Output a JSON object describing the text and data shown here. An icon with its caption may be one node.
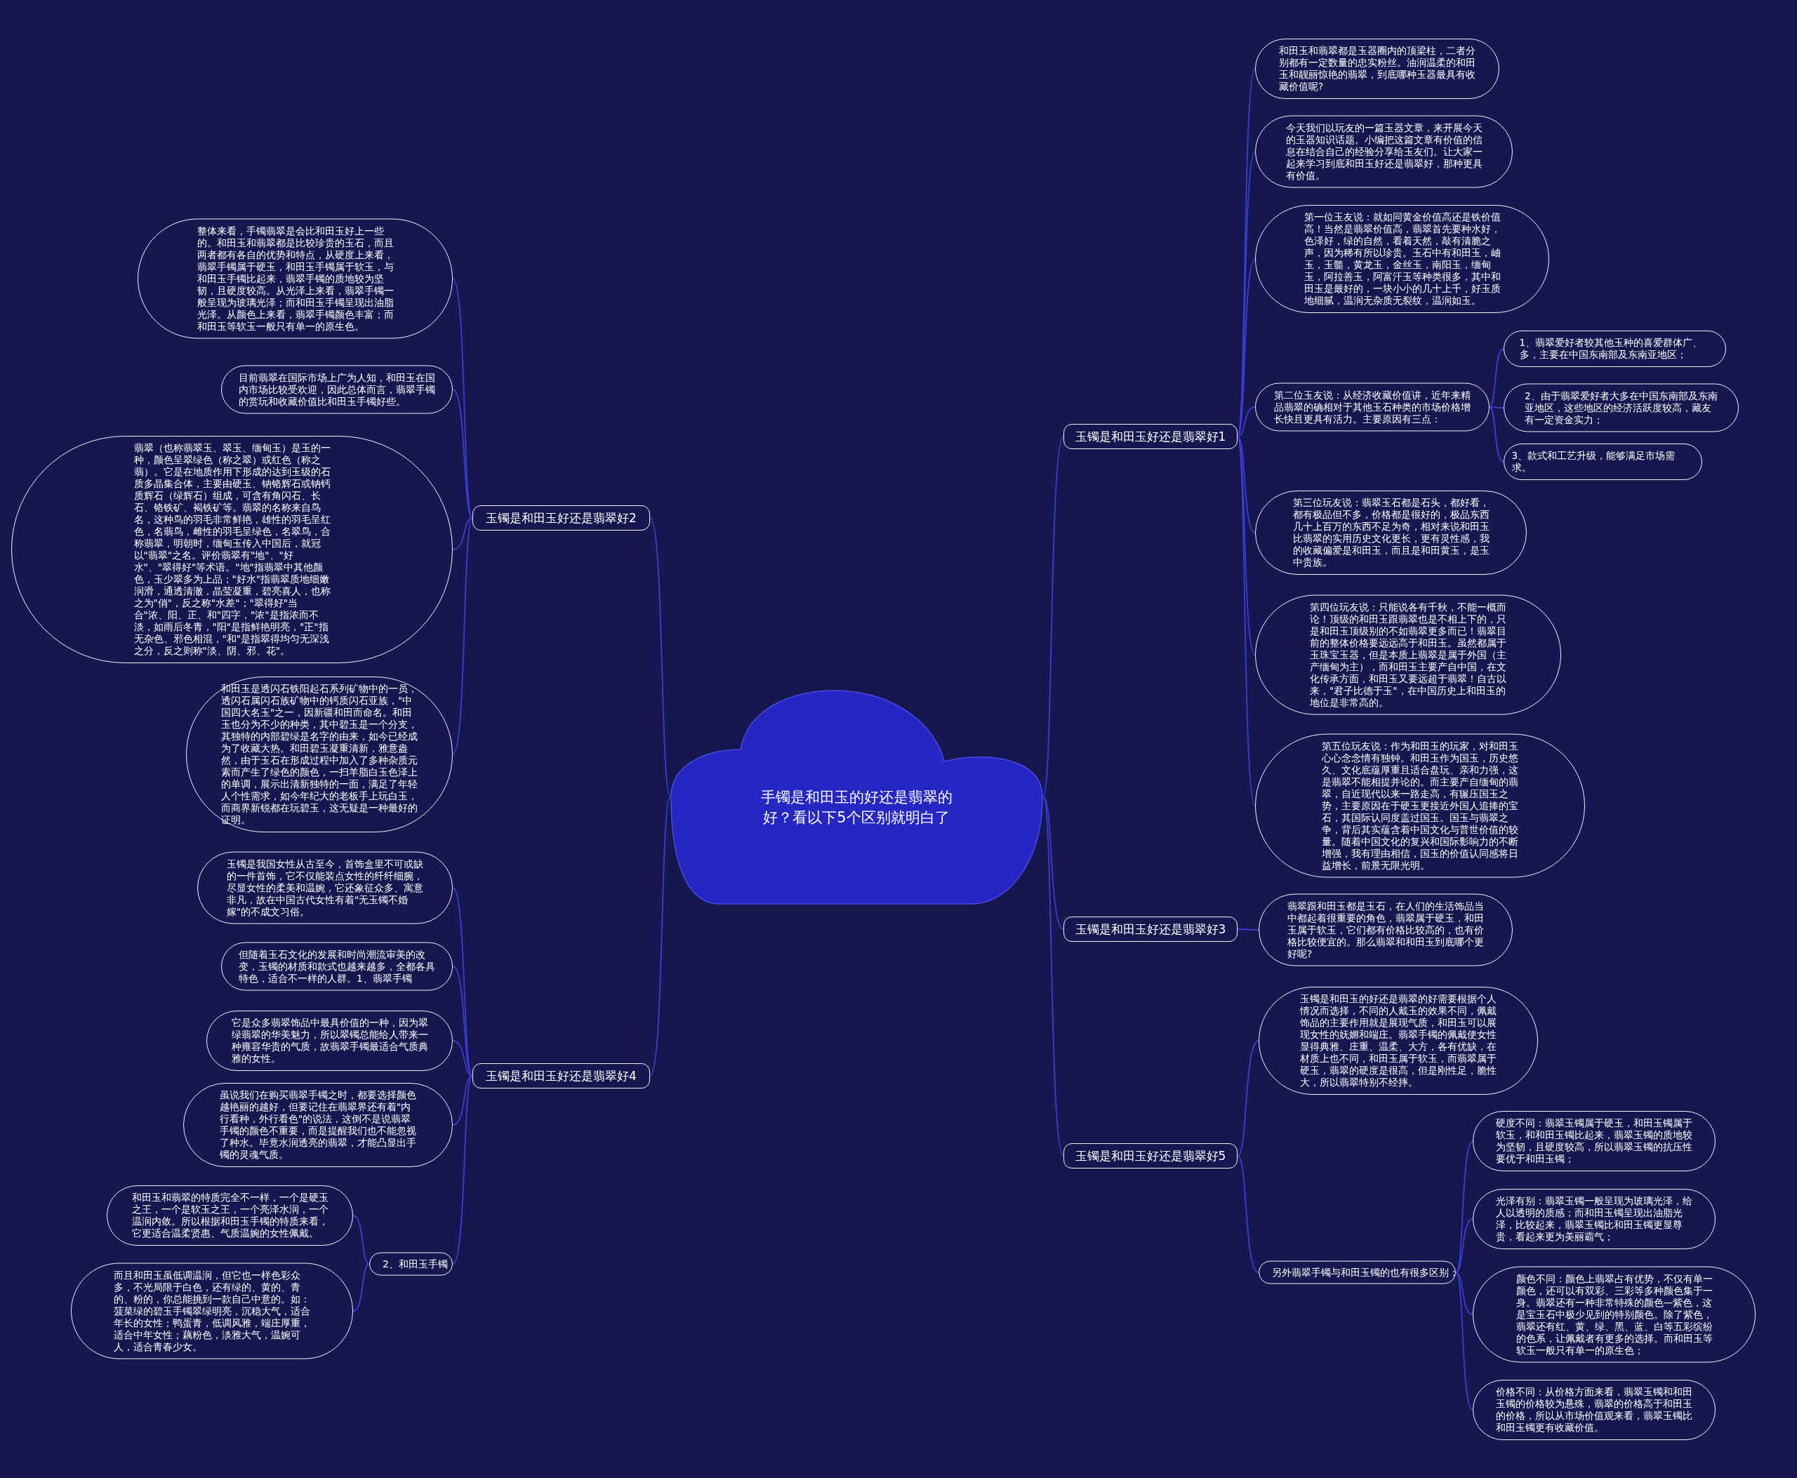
{
  "diagram": {
    "nodes": [
      {
        "text": [
          "手镯是和田玉的好还是翡翠的好？看以下5个区别就明白了"
        ]
      },
      {
        "text": [
          "玉镯是和田玉好还是翡翠好1"
        ]
      },
      {
        "text": [
          "和田玉和翡翠都是玉器圈内的顶梁柱，二者分别都有一定数量的忠实粉丝。油润温柔的和田玉和靓丽惊艳的翡翠，到底哪种玉器最具有收藏价值呢?"
        ]
      },
      {
        "text": [
          "今天我们以玩友的一篇玉器文章，来开展今天的玉器知识话题。小编把这篇文章有价值的信息在结合自己的经验分享给玉友们。让大家一起来学习到底和田玉好还是翡翠好，那种更具有价值。"
        ]
      },
      {
        "text": [
          "第一位玉友说：就如同黄金价值高还是铁价值高！当然是翡翠价值高，翡翠首先要种水好，色泽好，绿的自然，看着天然，敲有清脆之声，因为稀有所以珍贵。玉石中有和田玉，岫玉，玉髓，黄龙玉，金丝玉，南阳玉，缅甸玉，阿拉善玉，阿富汗玉等种类很多，其中和田玉是最好的，一块小小的几十上千，好玉质地细腻，温润无杂质无裂纹，温润如玉。"
        ]
      },
      {
        "text": [
          "第二位玉友说：从经济收藏价值讲，近年来精品翡翠的确相对于其他玉石种类的市场价格增长快且更具有活力。主要原因有三点："
        ]
      },
      {
        "text": [
          "1、翡翠爱好者较其他玉种的喜爱群体广、多，主要在中国东南部及东南亚地区；"
        ]
      },
      {
        "text": [
          "2、由于翡翠爱好者大多在中国东南部及东南亚地区，这些地区的经济活跃度较高，藏友有一定资金实力；"
        ]
      },
      {
        "text": [
          "3、款式和工艺升级，能够满足市场需求。"
        ]
      },
      {
        "text": [
          "第三位玩友说：翡翠玉石都是石头，都好看，都有极品但不多，价格都是很好的，极品东西几十上百万的东西不足为奇，相对来说和田玉比翡翠的实用历史文化更长，更有灵性感，我的收藏偏爱是和田玉，而且是和田黄玉，是玉中贵族。"
        ]
      },
      {
        "text": [
          "第四位玩友说：只能说各有千秋，不能一概而论！顶级的和田玉跟翡翠也是不相上下的，只是和田玉顶级别的不如翡翠更多而已！翡翠目前的整体价格要远远高于和田玉。虽然都属于玉珠宝玉器，但是本质上翡翠是属于外国（主产缅甸为主），而和田玉主要产自中国，在文化传承方面，和田玉又要远超于翡翠！自古以来，\"君子比德于玉\"，在中国历史上和田玉的地位是非常高的。"
        ]
      },
      {
        "text": [
          "第五位玩友说：作为和田玉的玩家，对和田玉心心念念情有独钟。和田玉作为国玉，历史悠久、文化底蕴厚重且适合盘玩、亲和力强，这是翡翠不能相提并论的。而主要产自缅甸的翡翠，自近现代以来一路走高，有辗压国玉之势，主要原因在于硬玉更接近外国人追捧的宝石，其国际认同度盖过国玉。国玉与翡翠之争，背后其实蕴含着中国文化与普世价值的较量。随着中国文化的复兴和国际影响力的不断增强，我有理由相信，国玉的价值认同感将日益增长，前景无限光明。"
        ]
      },
      {
        "text": [
          "玉镯是和田玉好还是翡翠好3"
        ]
      },
      {
        "text": [
          "翡翠跟和田玉都是玉石，在人们的生活饰品当中都起着很重要的角色，翡翠属于硬玉，和田玉属于软玉，它们都有价格比较高的，也有价格比较便宜的。那么翡翠和和田玉到底哪个更好呢?"
        ]
      },
      {
        "text": [
          "玉镯是和田玉好还是翡翠好5"
        ]
      },
      {
        "text": [
          "玉镯是和田玉的好还是翡翠的好需要根据个人情况而选择，不同的人戴玉的效果不同，佩戴饰品的主要作用就是展现气质，和田玉可以展现女性的妩媚和端庄。翡翠手镯的佩戴使女性显得典雅、庄重、温柔、大方，各有优缺，在材质上也不同，和田玉属于软玉，而翡翠属于硬玉，翡翠的硬度是很高，但是刚性足，脆性大，所以翡翠特别不经摔。"
        ]
      },
      {
        "text": [
          "另外翡翠手镯与和田玉镯的也有很多区别："
        ]
      },
      {
        "text": [
          "硬度不同：翡翠玉镯属于硬玉，和田玉镯属于软玉，和和田玉镯比起来，翡翠玉镯的质地较为坚韧，且硬度较高，所以翡翠玉镯的抗压性要优于和田玉镯；"
        ]
      },
      {
        "text": [
          "光泽有别：翡翠玉镯一般呈现为玻璃光泽，给人以透明的质感；而和田玉镯呈现出油脂光泽，比较起来，翡翠玉镯比和田玉镯更显尊贵，看起来更为美丽霸气；"
        ]
      },
      {
        "text": [
          "颜色不同：颜色上翡翠占有优势，不仅有单一颜色，还可以有双彩、三彩等多种颜色集于一身。翡翠还有一种非常特殊的颜色—紫色，这是宝玉石中极少见到的特别颜色。除了紫色，翡翠还有红、黄、绿、黑、蓝、白等五彩缤纷的色系，让佩戴者有更多的选择。而和田玉等软玉一般只有单一的原生色；"
        ]
      },
      {
        "text": [
          "价格不同：从价格方面来看，翡翠玉镯和和田玉镯的价格较为悬殊，翡翠的价格高于和田玉的价格，所以从市场价值观来看，翡翠玉镯比和田玉镯更有收藏价值。"
        ]
      },
      {
        "text": [
          "玉镯是和田玉好还是翡翠好2"
        ]
      },
      {
        "text": [
          "整体来看，手镯翡翠是会比和田玉好上一些的。和田玉和翡翠都是比较珍贵的玉石，而且两者都有各自的优势和特点，从硬度上来看，翡翠手镯属于硬玉，和田玉手镯属于软玉，与和田玉手镯比起来，翡翠手镯的质地较为坚韧，且硬度较高。从光泽上来看，翡翠手镯一般呈现为玻璃光泽；而和田玉手镯呈现出油脂光泽。从颜色上来看，翡翠手镯颜色丰富；而和田玉等软玉一般只有单一的原生色。"
        ]
      },
      {
        "text": [
          "目前翡翠在国际市场上广为人知，和田玉在国内市场比较受欢迎，因此总体而言，翡翠手镯的赏玩和收藏价值比和田玉手镯好些。"
        ]
      },
      {
        "text": [
          "翡翠（也称翡翠玉、翠玉、缅甸玉）是玉的一种，颜色呈翠绿色（称之翠）或红色（称之翡）。它是在地质作用下形成的达到玉级的石质多晶集合体，主要由硬玉、钠铬辉石或钠钙质辉石（绿辉石）组成，可含有角闪石、长石、铬铁矿、褐铁矿等。翡翠的名称来自鸟名，这种鸟的羽毛非常鲜艳，雄性的羽毛呈红色，名翡鸟，雌性的羽毛呈绿色，名翠鸟，合称翡翠，明朝时，缅甸玉传入中国后，就冠以\"翡翠\"之名。评价翡翠有\"地\"、\"好水\"、\"翠得好\"等术语。\"地\"指翡翠中其他颜色，玉少翠多为上品；\"好水\"指翡翠质地细嫩润滑，通透清澈，晶莹凝重，碧亮喜人，也称之为\"俏\"，反之称\"水差\"；\"翠得好\"当合\"浓、阳、正、和\"四字，\"浓\"是指浓而不淡，如雨后冬青，\"阳\"是指鲜艳明亮，\"正\"指无杂色、邪色相混，\"和\"是指翠得均匀无深浅之分，反之则称\"淡、阴、邪、花\"。"
        ]
      },
      {
        "text": [
          "和田玉是透闪石铁阳起石系列矿物中的一员，透闪石属闪石族矿物中的钙质闪石亚族，\"中国四大名玉\"之一，因新疆和田而命名。和田玉也分为不少的种类，其中碧玉是一个分支，其独特的内部碧绿是名字的由来，如今已经成为了收藏大热。和田碧玉凝重清新，雅意盎然，由于玉石在形成过程中加入了多种杂质元素而产生了绿色的颜色，一扫羊脂白玉色泽上的单调，展示出清新独特的一面，满足了年轻人个性需求，如今年纪大的老板手上玩白玉，而商界新锐都在玩碧玉，这无疑是一种最好的证明。"
        ]
      },
      {
        "text": [
          "玉镯是和田玉好还是翡翠好4"
        ]
      },
      {
        "text": [
          "玉镯是我国女性从古至今，首饰盒里不可或缺的一件首饰，它不仅能装点女性的纤纤细腕，尽显女性的柔美和温婉，它还象征众多、寓意非凡，故在中国古代女性有着\"无玉镯不婚嫁\"的不成文习俗。"
        ]
      },
      {
        "text": [
          "但随着玉石文化的发展和时尚潮流审美的改变，玉镯的材质和款式也越来越多，全都各具特色，适合不一样的人群。1、翡翠手镯"
        ]
      },
      {
        "text": [
          "它是众多翡翠饰品中最具价值的一种，因为翠绿翡翠的华美魅力，所以翠镯总能给人带来一种雍容华贵的气质，故翡翠手镯最适合气质典雅的女性。"
        ]
      },
      {
        "text": [
          "虽说我们在购买翡翠手镯之时，都要选择颜色越艳丽的越好，但要记住在翡翠界还有着\"内行看种，外行看色\"的说法，这倒不是说翡翠手镯的颜色不重要，而是提醒我们也不能忽视了种水。毕竟水润透亮的翡翠，才能凸显出手镯的灵魂气质。"
        ]
      },
      {
        "text": [
          "2、和田玉手镯"
        ]
      },
      {
        "text": [
          "和田玉和翡翠的特质完全不一样，一个是硬玉之王，一个是软玉之王，一个亮泽水润，一个温润内敛。所以根据和田玉手镯的特质来看，它更适合温柔贤惠、气质温婉的女性佩戴。"
        ]
      },
      {
        "text": [
          "而且和田玉虽低调温润，但它也一样色彩众多，不光局限于白色，还有绿的、黄的、青的、粉的，你总能挑到一款自己中意的。如：菠菜绿的碧玉手镯翠绿明亮，沉稳大气，适合年长的女性；鸭蛋青，低调风雅，端庄厚重，适合中年女性；藕粉色，淡雅大气，温婉可人，适合青春少女。"
        ]
      }
    ],
    "edges": [
      {
        "from": 0,
        "to": 1,
        "arrow": "none"
      },
      {
        "from": 0,
        "to": 12,
        "arrow": "none"
      },
      {
        "from": 0,
        "to": 14,
        "arrow": "none"
      },
      {
        "from": 0,
        "to": 21,
        "arrow": "none"
      },
      {
        "from": 0,
        "to": 26,
        "arrow": "none"
      },
      {
        "from": 1,
        "to": 2,
        "arrow": "none"
      },
      {
        "from": 1,
        "to": 3,
        "arrow": "none"
      },
      {
        "from": 1,
        "to": 4,
        "arrow": "none"
      },
      {
        "from": 1,
        "to": 5,
        "arrow": "none"
      },
      {
        "from": 5,
        "to": 6,
        "arrow": "none"
      },
      {
        "from": 5,
        "to": 7,
        "arrow": "none"
      },
      {
        "from": 5,
        "to": 8,
        "arrow": "none"
      },
      {
        "from": 1,
        "to": 9,
        "arrow": "none"
      },
      {
        "from": 1,
        "to": 10,
        "arrow": "none"
      },
      {
        "from": 1,
        "to": 11,
        "arrow": "none"
      },
      {
        "from": 12,
        "to": 13,
        "arrow": "none"
      },
      {
        "from": 14,
        "to": 15,
        "arrow": "none"
      },
      {
        "from": 14,
        "to": 16,
        "arrow": "none"
      },
      {
        "from": 16,
        "to": 17,
        "arrow": "none"
      },
      {
        "from": 16,
        "to": 18,
        "arrow": "none"
      },
      {
        "from": 16,
        "to": 19,
        "arrow": "none"
      },
      {
        "from": 16,
        "to": 20,
        "arrow": "none"
      },
      {
        "from": 21,
        "to": 22,
        "arrow": "none"
      },
      {
        "from": 21,
        "to": 23,
        "arrow": "none"
      },
      {
        "from": 21,
        "to": 24,
        "arrow": "none"
      },
      {
        "from": 21,
        "to": 25,
        "arrow": "none"
      },
      {
        "from": 26,
        "to": 27,
        "arrow": "none"
      },
      {
        "from": 26,
        "to": 28,
        "arrow": "none"
      },
      {
        "from": 26,
        "to": 29,
        "arrow": "none"
      },
      {
        "from": 26,
        "to": 30,
        "arrow": "none"
      },
      {
        "from": 26,
        "to": 31,
        "arrow": "none"
      },
      {
        "from": 31,
        "to": 32,
        "arrow": "none"
      },
      {
        "from": 31,
        "to": 33,
        "arrow": "none"
      }
    ]
  }
}
